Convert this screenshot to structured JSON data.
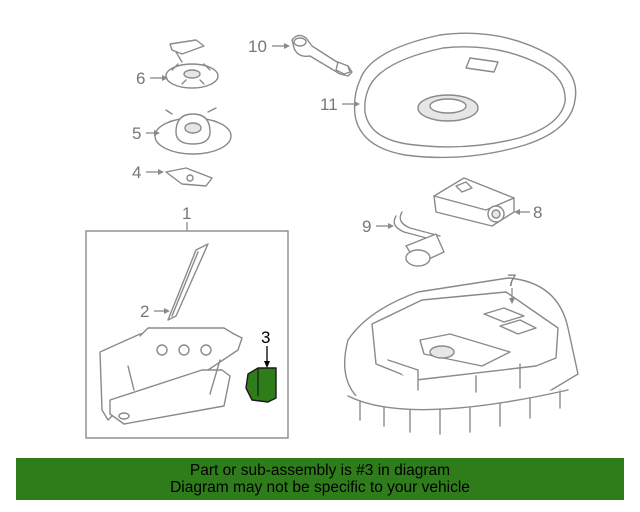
{
  "diagram": {
    "callouts": [
      {
        "id": "c1",
        "label": "1"
      },
      {
        "id": "c2",
        "label": "2"
      },
      {
        "id": "c3",
        "label": "3"
      },
      {
        "id": "c4",
        "label": "4"
      },
      {
        "id": "c5",
        "label": "5"
      },
      {
        "id": "c6",
        "label": "6"
      },
      {
        "id": "c7",
        "label": "7"
      },
      {
        "id": "c8",
        "label": "8"
      },
      {
        "id": "c9",
        "label": "9"
      },
      {
        "id": "c10",
        "label": "10"
      },
      {
        "id": "c11",
        "label": "11"
      }
    ],
    "highlighted_part": "3",
    "colors": {
      "highlight": "#2e7d1a",
      "line": "#8a8a8a",
      "banner": "#2e7d1a"
    }
  },
  "banner": {
    "line1": "Part or sub-assembly is #3 in diagram",
    "line2": "Diagram may not be specific to your vehicle"
  }
}
